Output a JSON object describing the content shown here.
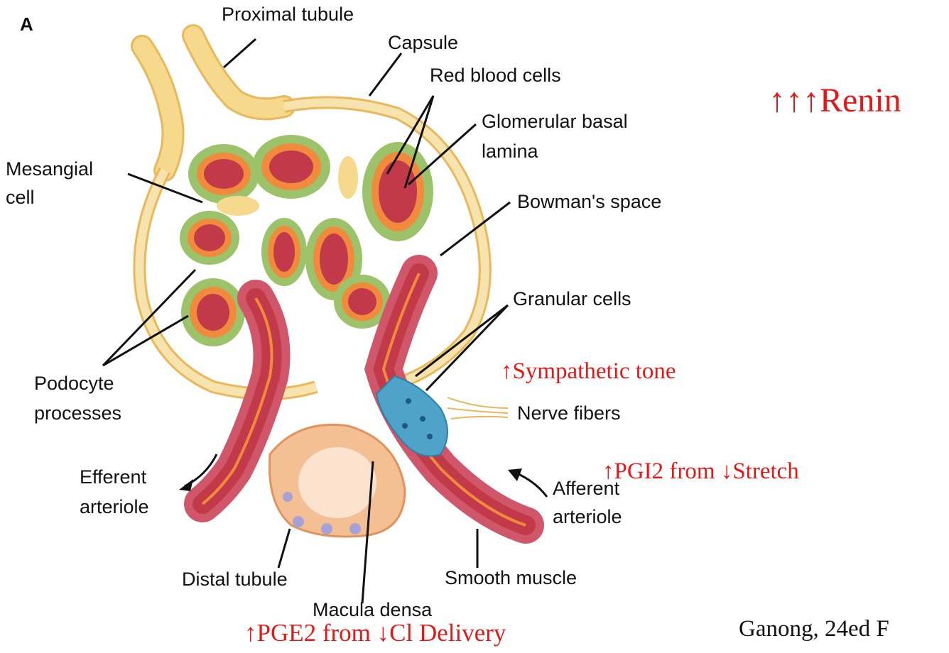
{
  "figure": {
    "panel_letter": "A",
    "labels": {
      "proximal_tubule": "Proximal tubule",
      "capsule": "Capsule",
      "red_blood_cells": "Red blood cells",
      "glomerular_basal_lamina_line1": "Glomerular basal",
      "glomerular_basal_lamina_line2": "lamina",
      "mesangial_cell_line1": "Mesangial",
      "mesangial_cell_line2": "cell",
      "bowmans_space": "Bowman's space",
      "granular_cells": "Granular cells",
      "podocyte_processes_line1": "Podocyte",
      "podocyte_processes_line2": "processes",
      "nerve_fibers": "Nerve fibers",
      "efferent_arteriole_line1": "Efferent",
      "efferent_arteriole_line2": "arteriole",
      "afferent_arteriole_line1": "Afferent",
      "afferent_arteriole_line2": "arteriole",
      "distal_tubule": "Distal tubule",
      "smooth_muscle": "Smooth muscle",
      "macula_densa": "Macula densa"
    }
  },
  "annotations": {
    "renin": "↑↑↑Renin",
    "sympathetic": "↑Sympathetic tone",
    "pgi2": "↑PGI2 from ↓Stretch",
    "pge2": "↑PGE2 from ↓Cl Delivery"
  },
  "citation": "Ganong, 24ed F",
  "colors": {
    "annotation_red": "#e11919",
    "capsule_yellow": "#f6d98c",
    "vessel_red": "#c23a4a",
    "podocyte_green": "#9cc36a",
    "granular_blue": "#4fa3c8",
    "tubule_peach": "#f5bf94"
  }
}
